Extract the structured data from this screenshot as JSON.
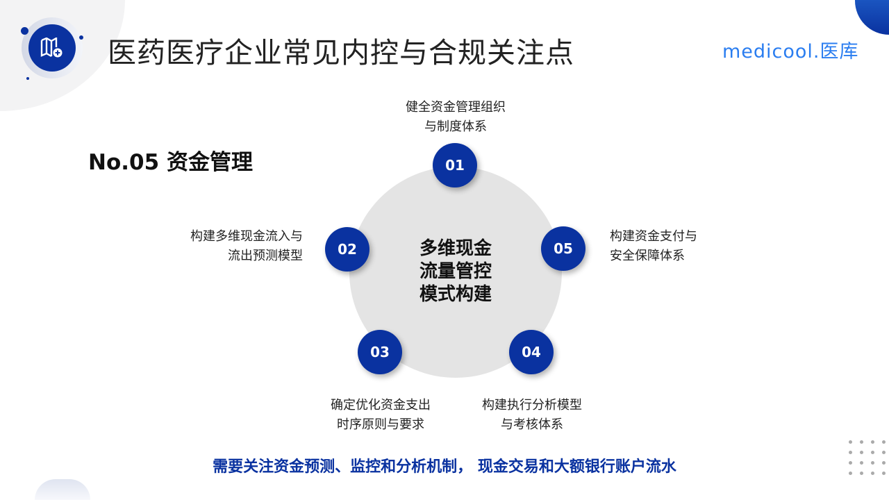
{
  "header": {
    "title": "医药医疗企业常见内控与合规关注点",
    "logo_text": "medicool.医库"
  },
  "section_title": "No.05 资金管理",
  "center_text": [
    "多维现金",
    "流量管控",
    "模式构建"
  ],
  "nodes": [
    {
      "num": "01",
      "label": [
        "健全资金管理组织",
        "与制度体系"
      ]
    },
    {
      "num": "02",
      "label": [
        "构建多维现金流入与",
        "流出预测模型"
      ]
    },
    {
      "num": "03",
      "label": [
        "确定优化资金支出",
        "时序原则与要求"
      ]
    },
    {
      "num": "04",
      "label": [
        "构建执行分析模型",
        "与考核体系"
      ]
    },
    {
      "num": "05",
      "label": [
        "构建资金支付与",
        "安全保障体系"
      ]
    }
  ],
  "footer_note": "需要关注资金预测、监控和分析机制， 现金交易和大额银行账户流水",
  "colors": {
    "accent": "#0a32a0",
    "logo": "#2a7df0"
  }
}
